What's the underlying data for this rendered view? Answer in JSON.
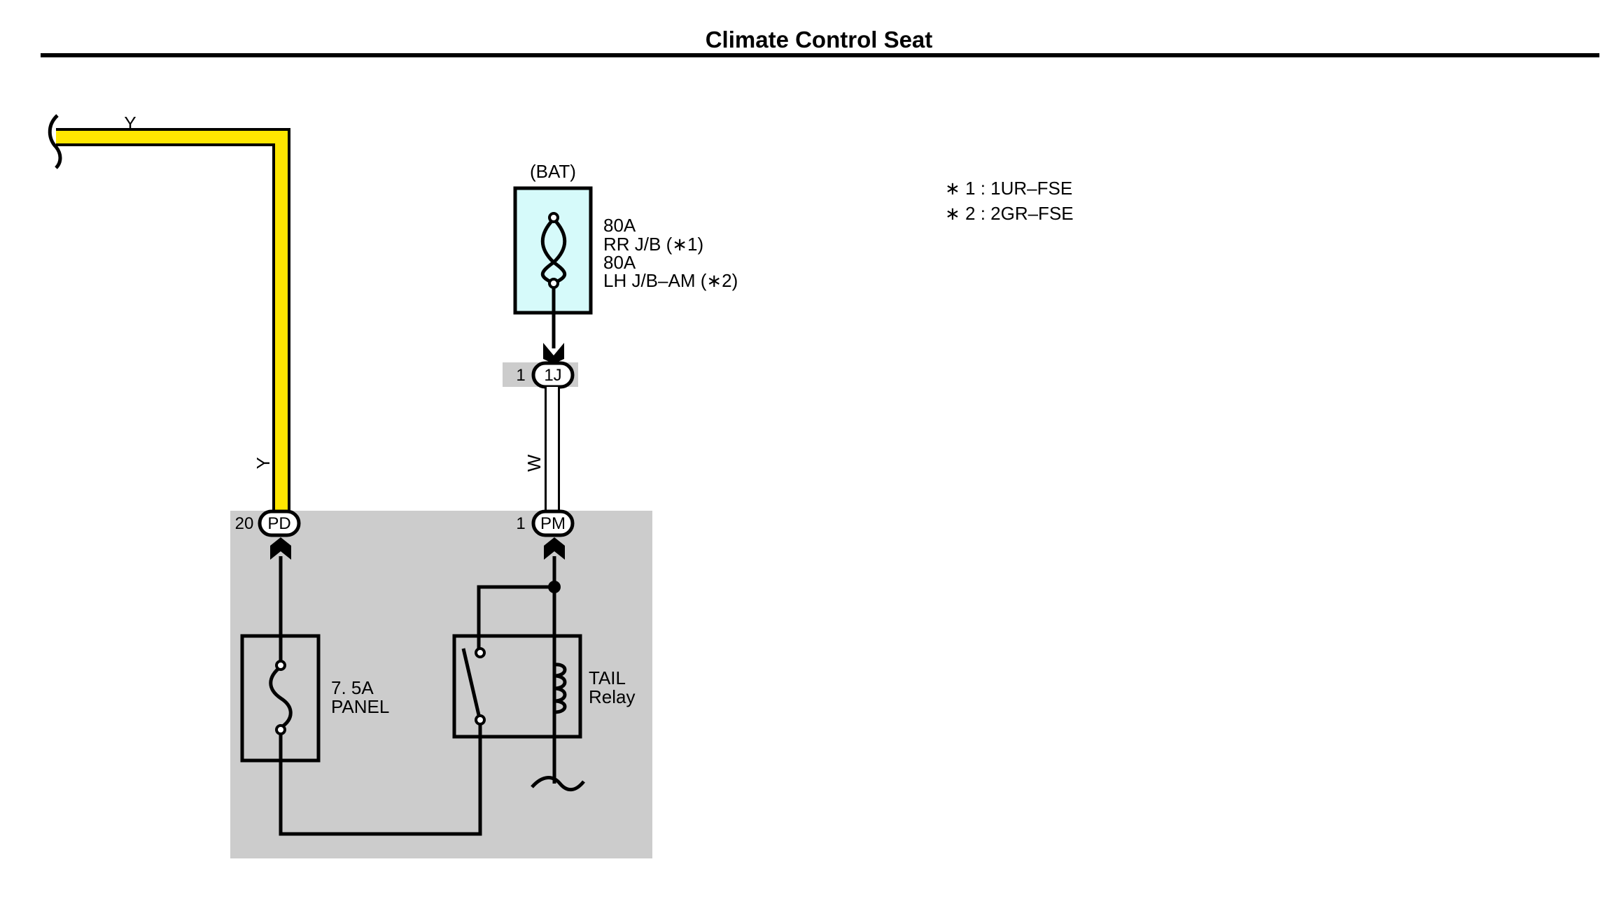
{
  "title": "Climate Control Seat",
  "colors": {
    "wire_yellow": "#FFE600",
    "wire_white": "#FFFFFF",
    "fusible_link_fill": "#D6FAFA",
    "junction_block_fill": "#CCCCCC",
    "connector_tab_fill": "#CCCCCC"
  },
  "wires": {
    "top_left_color": "Y",
    "vertical_left_color": "Y",
    "battery_feed_color": "W"
  },
  "battery": {
    "label": "(BAT)",
    "fuse_line1": "80A",
    "fuse_line2": "RR J/B (∗1)",
    "fuse_line3": "80A",
    "fuse_line4": "LH J/B–AM (∗2)"
  },
  "connectors": {
    "c1j": {
      "pin": "1",
      "code": "1J"
    },
    "cpd": {
      "pin": "20",
      "code": "PD"
    },
    "cpm": {
      "pin": "1",
      "code": "PM"
    }
  },
  "fuse_panel": {
    "line1": "7. 5A",
    "line2": "PANEL"
  },
  "relay": {
    "line1": "TAIL",
    "line2": "Relay"
  },
  "notes": [
    "∗ 1 : 1UR–FSE",
    "∗ 2 : 2GR–FSE"
  ]
}
